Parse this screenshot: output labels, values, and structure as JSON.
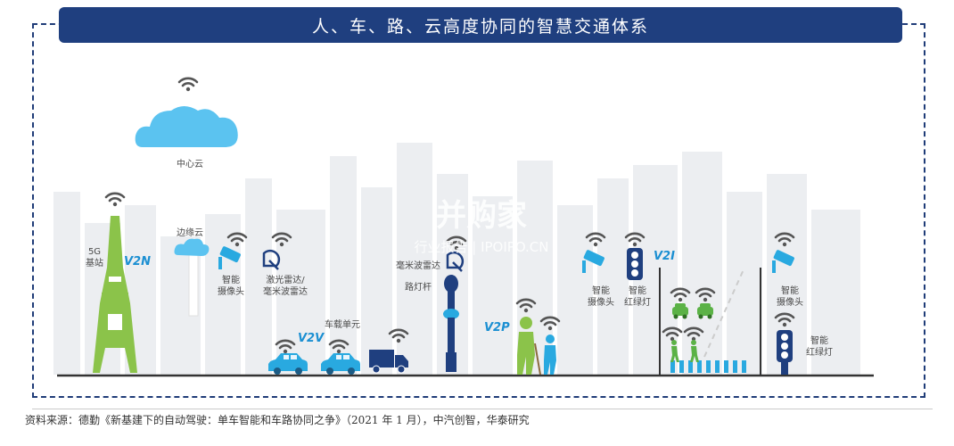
{
  "title": "人、车、路、云高度协同的智慧交通体系",
  "labels": {
    "cloud": "中心云",
    "edge_cloud": "边缘云",
    "base_station": "5G\n基站",
    "camera_1": "智能\n摄像头",
    "radar_1": "激光雷达/\n毫米波雷达",
    "vehicle_unit": "车载单元",
    "radar_2": "毫米波雷达",
    "lamp_post": "路灯杆",
    "camera_2": "智能\n摄像头",
    "traffic_light_1": "智能\n红绿灯",
    "camera_3": "智能\n摄像头",
    "traffic_light_2": "智能\n红绿灯"
  },
  "links": {
    "v2n": "V2N",
    "v2v": "V2V",
    "v2p": "V2P",
    "v2i": "V2I"
  },
  "watermark": {
    "brand": "并购家",
    "subtitle": "行业报告 | IPOIPO.CN"
  },
  "source": "资料来源：德勤《新基建下的自动驾驶：单车智能和车路协同之争》（2021 年 1 月），中汽创智，华泰研究",
  "colors": {
    "title_bg": "#1f3f7f",
    "accent_blue": "#1b8fd2",
    "green": "#8bc34a",
    "building": "#eceef1"
  }
}
